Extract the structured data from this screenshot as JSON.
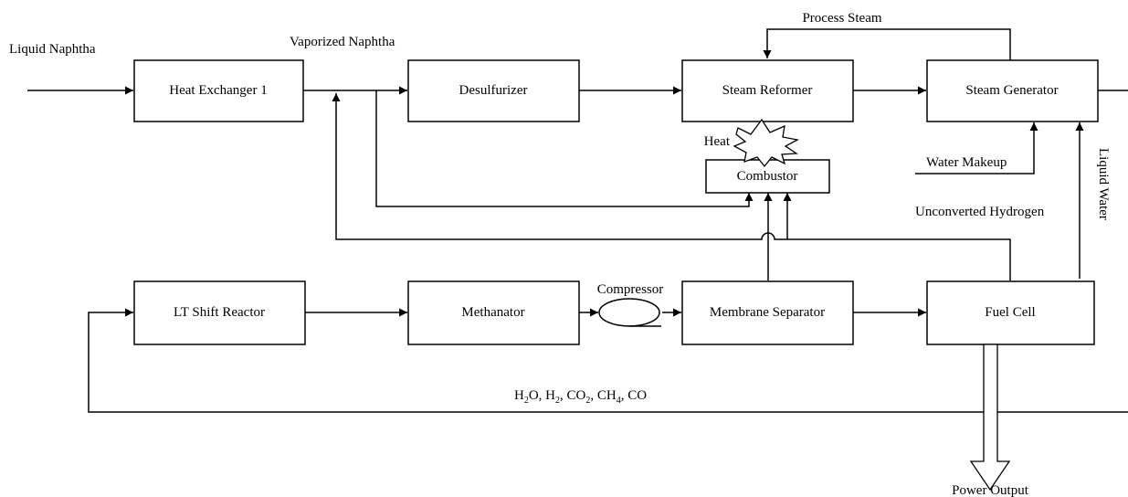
{
  "nodes": {
    "heat_exchanger_1": "Heat Exchanger 1",
    "desulfurizer": "Desulfurizer",
    "steam_reformer": "Steam Reformer",
    "steam_generator": "Steam Generator",
    "combustor": "Combustor",
    "lt_shift_reactor": "LT Shift Reactor",
    "methanator": "Methanator",
    "membrane_separator": "Membrane Separator",
    "fuel_cell": "Fuel Cell"
  },
  "stream_labels": {
    "liquid_naphtha": "Liquid Naphtha",
    "vaporized_naphtha": "Vaporized Naphtha",
    "process_steam": "Process Steam",
    "heat": "Heat",
    "water_makeup": "Water Makeup",
    "unconverted_hydrogen": "Unconverted Hydrogen",
    "liquid_water": "Liquid Water",
    "compressor": "Compressor",
    "power_output": "Power Output"
  },
  "recycle_stream": {
    "parts": [
      {
        "text": "H",
        "sub": false
      },
      {
        "text": "2",
        "sub": true
      },
      {
        "text": "O, H",
        "sub": false
      },
      {
        "text": "2",
        "sub": true
      },
      {
        "text": ", CO",
        "sub": false
      },
      {
        "text": "2",
        "sub": true
      },
      {
        "text": ", CH",
        "sub": false
      },
      {
        "text": "4",
        "sub": true
      },
      {
        "text": ", CO",
        "sub": false
      }
    ]
  }
}
